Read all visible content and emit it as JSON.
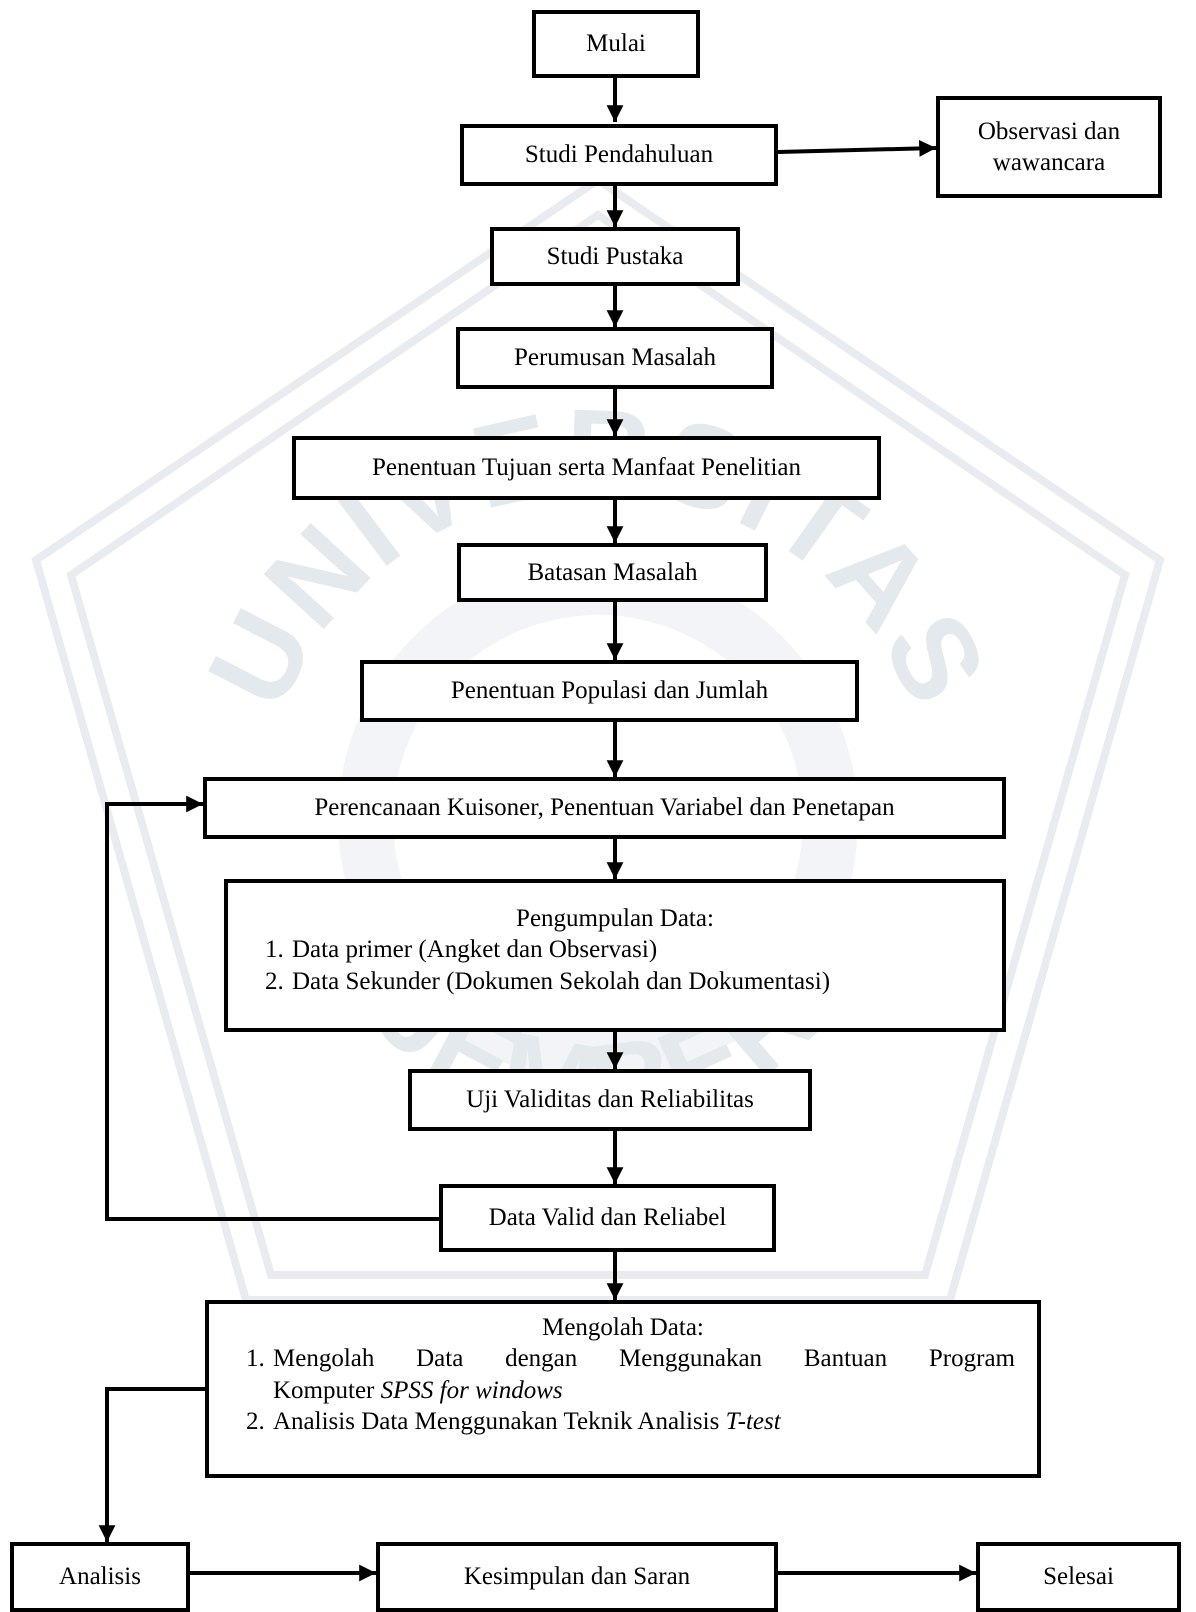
{
  "nodes": {
    "mulai": "Mulai",
    "studi_pendahuluan": "Studi Pendahuluan",
    "observasi": [
      "Observasi dan",
      "wawancara"
    ],
    "studi_pustaka": "Studi Pustaka",
    "perumusan": "Perumusan Masalah",
    "tujuan": "Penentuan Tujuan serta Manfaat Penelitian",
    "batasan": "Batasan Masalah",
    "populasi": "Penentuan Populasi dan Jumlah",
    "perencanaan": "Perencanaan Kuisoner, Penentuan Variabel dan Penetapan",
    "pengumpulan": {
      "title": "Pengumpulan Data:",
      "items": [
        "Data primer (Angket dan Observasi)",
        "Data Sekunder (Dokumen Sekolah dan Dokumentasi)"
      ]
    },
    "uji": "Uji Validitas dan Reliabilitas",
    "valid": "Data Valid dan Reliabel",
    "mengolah": {
      "title": "Mengolah Data:",
      "item1_line1": "Mengolah Data dengan Menggunakan Bantuan Program",
      "item1_line2_prefix": "Komputer ",
      "item1_line2_italic": "SPSS for windows",
      "item2_prefix": "Analisis Data Menggunakan Teknik Analisis ",
      "item2_italic": "T-test"
    },
    "analisis": "Analisis",
    "kesimpulan": "Kesimpulan dan Saran",
    "selesai": "Selesai"
  },
  "watermark": {
    "text_top": "UNIVERSITAS",
    "text_bottom": "JEMBER",
    "color": "#d6dde6"
  },
  "colors": {
    "line": "#000000",
    "box_fill": "#ffffff"
  }
}
